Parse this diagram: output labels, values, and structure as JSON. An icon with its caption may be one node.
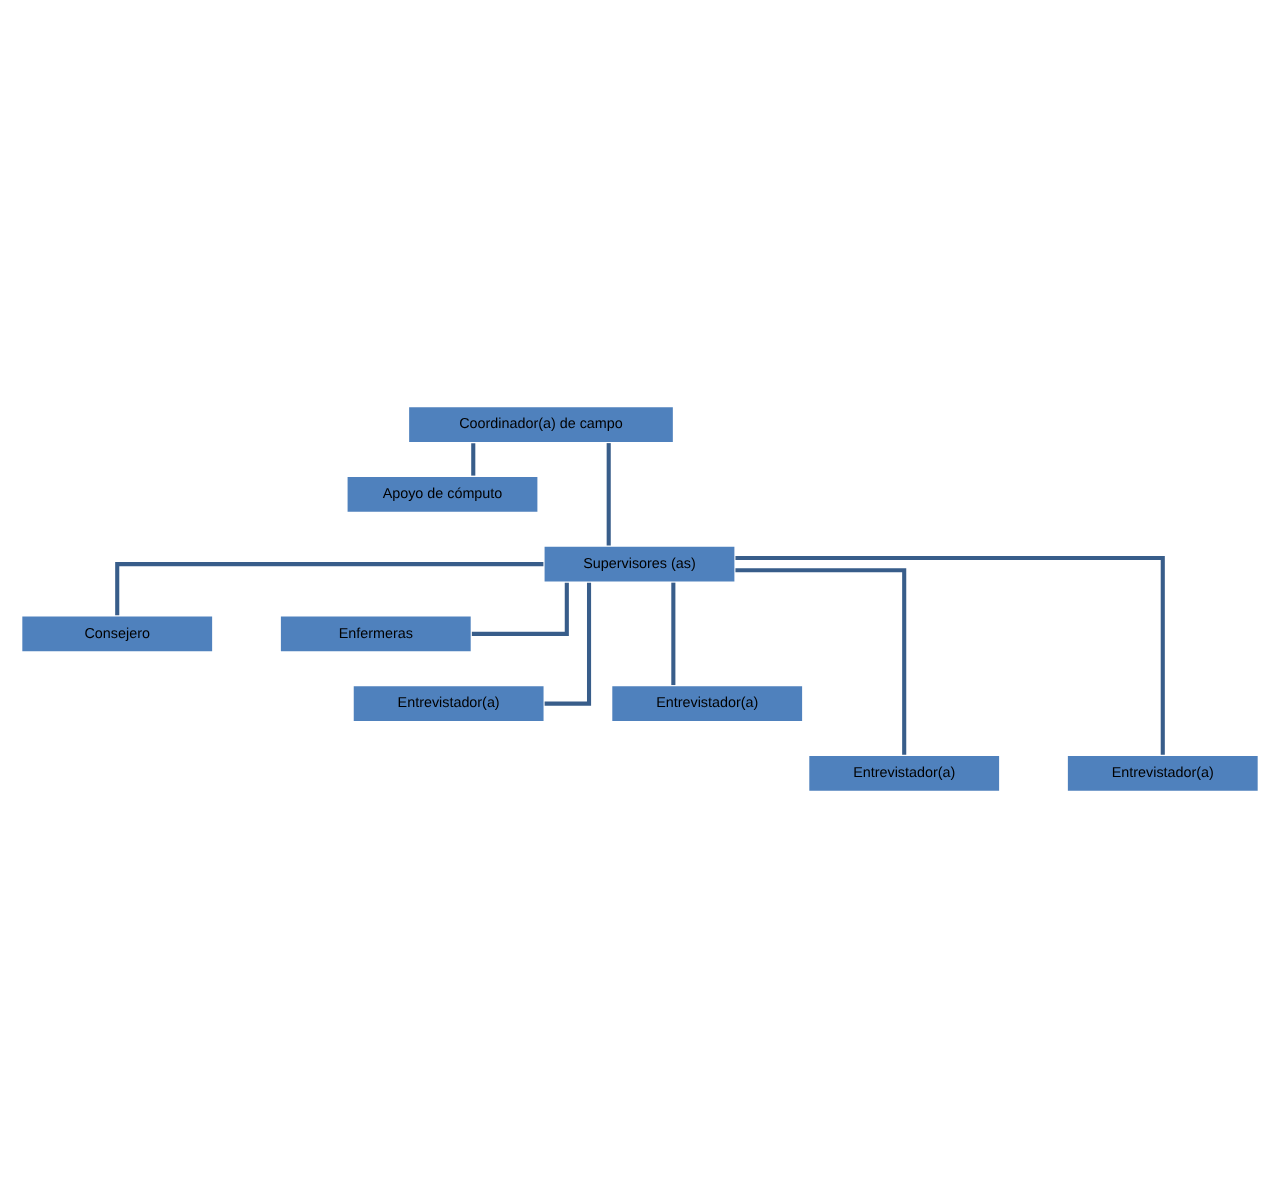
{
  "diagram": {
    "nodes": [
      {
        "text": [
          "Coordinador(a) de campo"
        ]
      },
      {
        "text": [
          "Apoyo de cómputo"
        ]
      },
      {
        "text": [
          "Supervisores (as)"
        ]
      },
      {
        "text": [
          "Consejero"
        ]
      },
      {
        "text": [
          "Enfermeras"
        ]
      },
      {
        "text": [
          "Entrevistador(a)"
        ]
      },
      {
        "text": [
          "Entrevistador(a)"
        ]
      },
      {
        "text": [
          "Entrevistador(a)"
        ]
      },
      {
        "text": [
          "Entrevistador(a)"
        ]
      }
    ],
    "edges": [
      {
        "from": 0,
        "to": 1,
        "arrow": "none"
      },
      {
        "from": 0,
        "to": 2,
        "arrow": "none"
      },
      {
        "from": 2,
        "to": 3,
        "arrow": "none"
      },
      {
        "from": 2,
        "to": 4,
        "arrow": "none"
      },
      {
        "from": 2,
        "to": 5,
        "arrow": "none"
      },
      {
        "from": 2,
        "to": 6,
        "arrow": "none"
      },
      {
        "from": 2,
        "to": 7,
        "arrow": "none"
      },
      {
        "from": 2,
        "to": 8,
        "arrow": "none"
      }
    ]
  }
}
